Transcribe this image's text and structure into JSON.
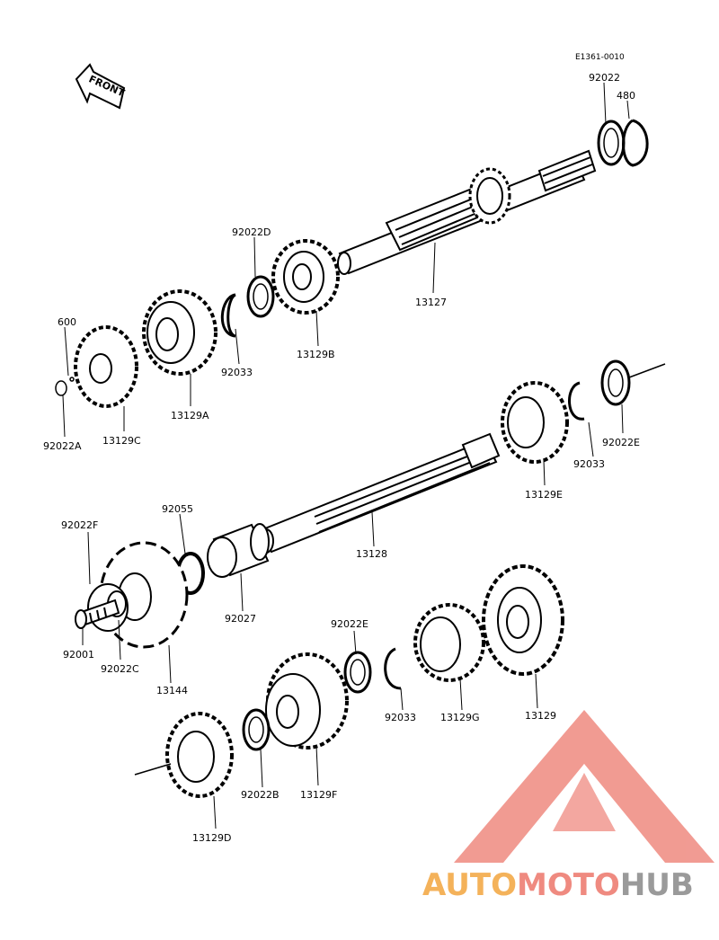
{
  "diagram_code": "E1361-0010",
  "front_label": "FRONT",
  "watermark": {
    "part1": "AUTO",
    "part2": "MOTO",
    "part3": "HUB"
  },
  "labels": {
    "p92022_top": "92022",
    "p480": "480",
    "p92022D": "92022D",
    "p13127": "13127",
    "p600": "600",
    "p92033_a": "92033",
    "p13129B": "13129B",
    "p13129A": "13129A",
    "p13129C": "13129C",
    "p92022A": "92022A",
    "p92022E_a": "92022E",
    "p92033_b": "92033",
    "p13129E": "13129E",
    "p92055": "92055",
    "p92022F": "92022F",
    "p13128": "13128",
    "p92027": "92027",
    "p92001": "92001",
    "p92022C": "92022C",
    "p13144": "13144",
    "p92022E_b": "92022E",
    "p92033_c": "92033",
    "p13129G": "13129G",
    "p13129": "13129",
    "p13129F": "13129F",
    "p92022B": "92022B",
    "p13129D": "13129D"
  },
  "colors": {
    "line": "#000000",
    "watermark_red": "#ef8a80",
    "watermark_orange": "#f4b25a",
    "watermark_gray": "#9a9a9a"
  }
}
